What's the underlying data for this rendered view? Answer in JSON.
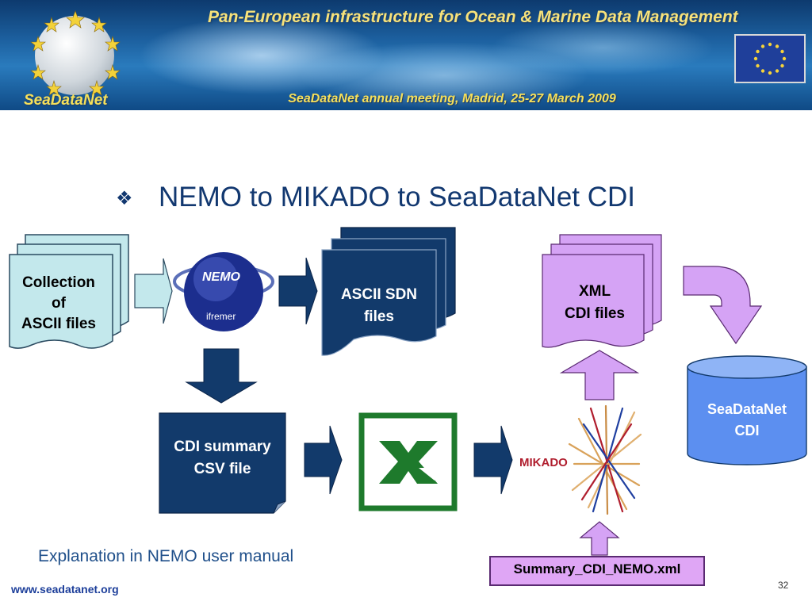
{
  "banner": {
    "title": "Pan-European infrastructure for Ocean & Marine Data Management",
    "subtitle": "SeaDataNet annual meeting, Madrid, 25-27 March 2009",
    "logo_text": "SeaDataNet"
  },
  "slide": {
    "title": "NEMO to MIKADO to SeaDataNet CDI"
  },
  "diagram": {
    "collection_of": "Collection",
    "collection_mid": "of",
    "collection_ascii": "ASCII files",
    "nemo_logo": "NEMO",
    "nemo_sub": "ifremer",
    "ascii_sdn_line1": "ASCII SDN",
    "ascii_sdn_line2": "files",
    "xml_line1": "XML",
    "xml_line2": "CDI files",
    "seadatanet_line1": "SeaDataNet",
    "seadatanet_line2": "CDI",
    "cdi_summary_line1": "CDI summary",
    "cdi_summary_line2": "CSV file",
    "mikado_label": "MIKADO",
    "summary_file": "Summary_CDI_NEMO.xml"
  },
  "footer": {
    "note": "Explanation in NEMO user manual",
    "url": "www.seadatanet.org",
    "page_number": "32"
  },
  "colors": {
    "title_blue": "#123870",
    "navy_doc": "#123a6b",
    "light_teal": "#c3e8ec",
    "violet": "#d5a3f5",
    "cylinder_blue": "#5c8ff0",
    "excel_green": "#1e7a2c"
  }
}
